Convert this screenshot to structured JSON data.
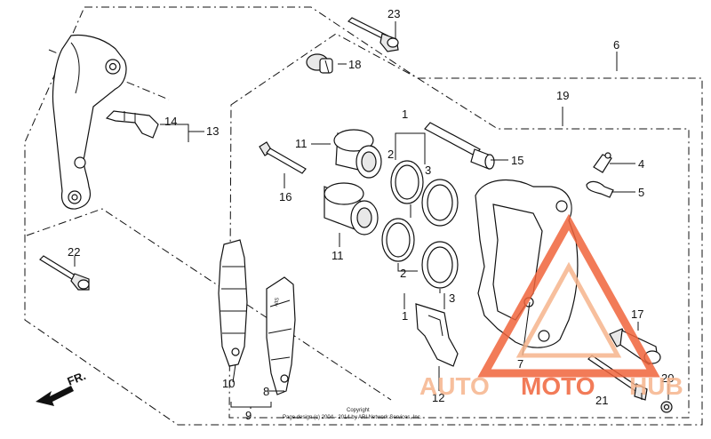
{
  "callouts": {
    "c1a": "1",
    "c1b": "1",
    "c2a": "2",
    "c2b": "2",
    "c3a": "3",
    "c3b": "3",
    "c4": "4",
    "c5": "5",
    "c6": "6",
    "c7": "7",
    "c8": "8",
    "c9": "9",
    "c10": "10",
    "c11a": "11",
    "c11b": "11",
    "c12": "12",
    "c13": "13",
    "c14": "14",
    "c15": "15",
    "c16": "16",
    "c17": "17",
    "c18": "18",
    "c19": "19",
    "c20": "20",
    "c21": "21",
    "c22": "22",
    "c23": "23"
  },
  "direction": {
    "label": "FR."
  },
  "pad_text": "NIS",
  "copyright": {
    "line1": "Copyright",
    "line2": "Page design (c) 2004 - 2014 by ARI Network Services, Inc."
  },
  "watermark": {
    "part1": "AUTO",
    "part2": "MOTO",
    "part3": "HUB",
    "color_primary": "#f0643c",
    "color_secondary": "#f6b48c"
  }
}
